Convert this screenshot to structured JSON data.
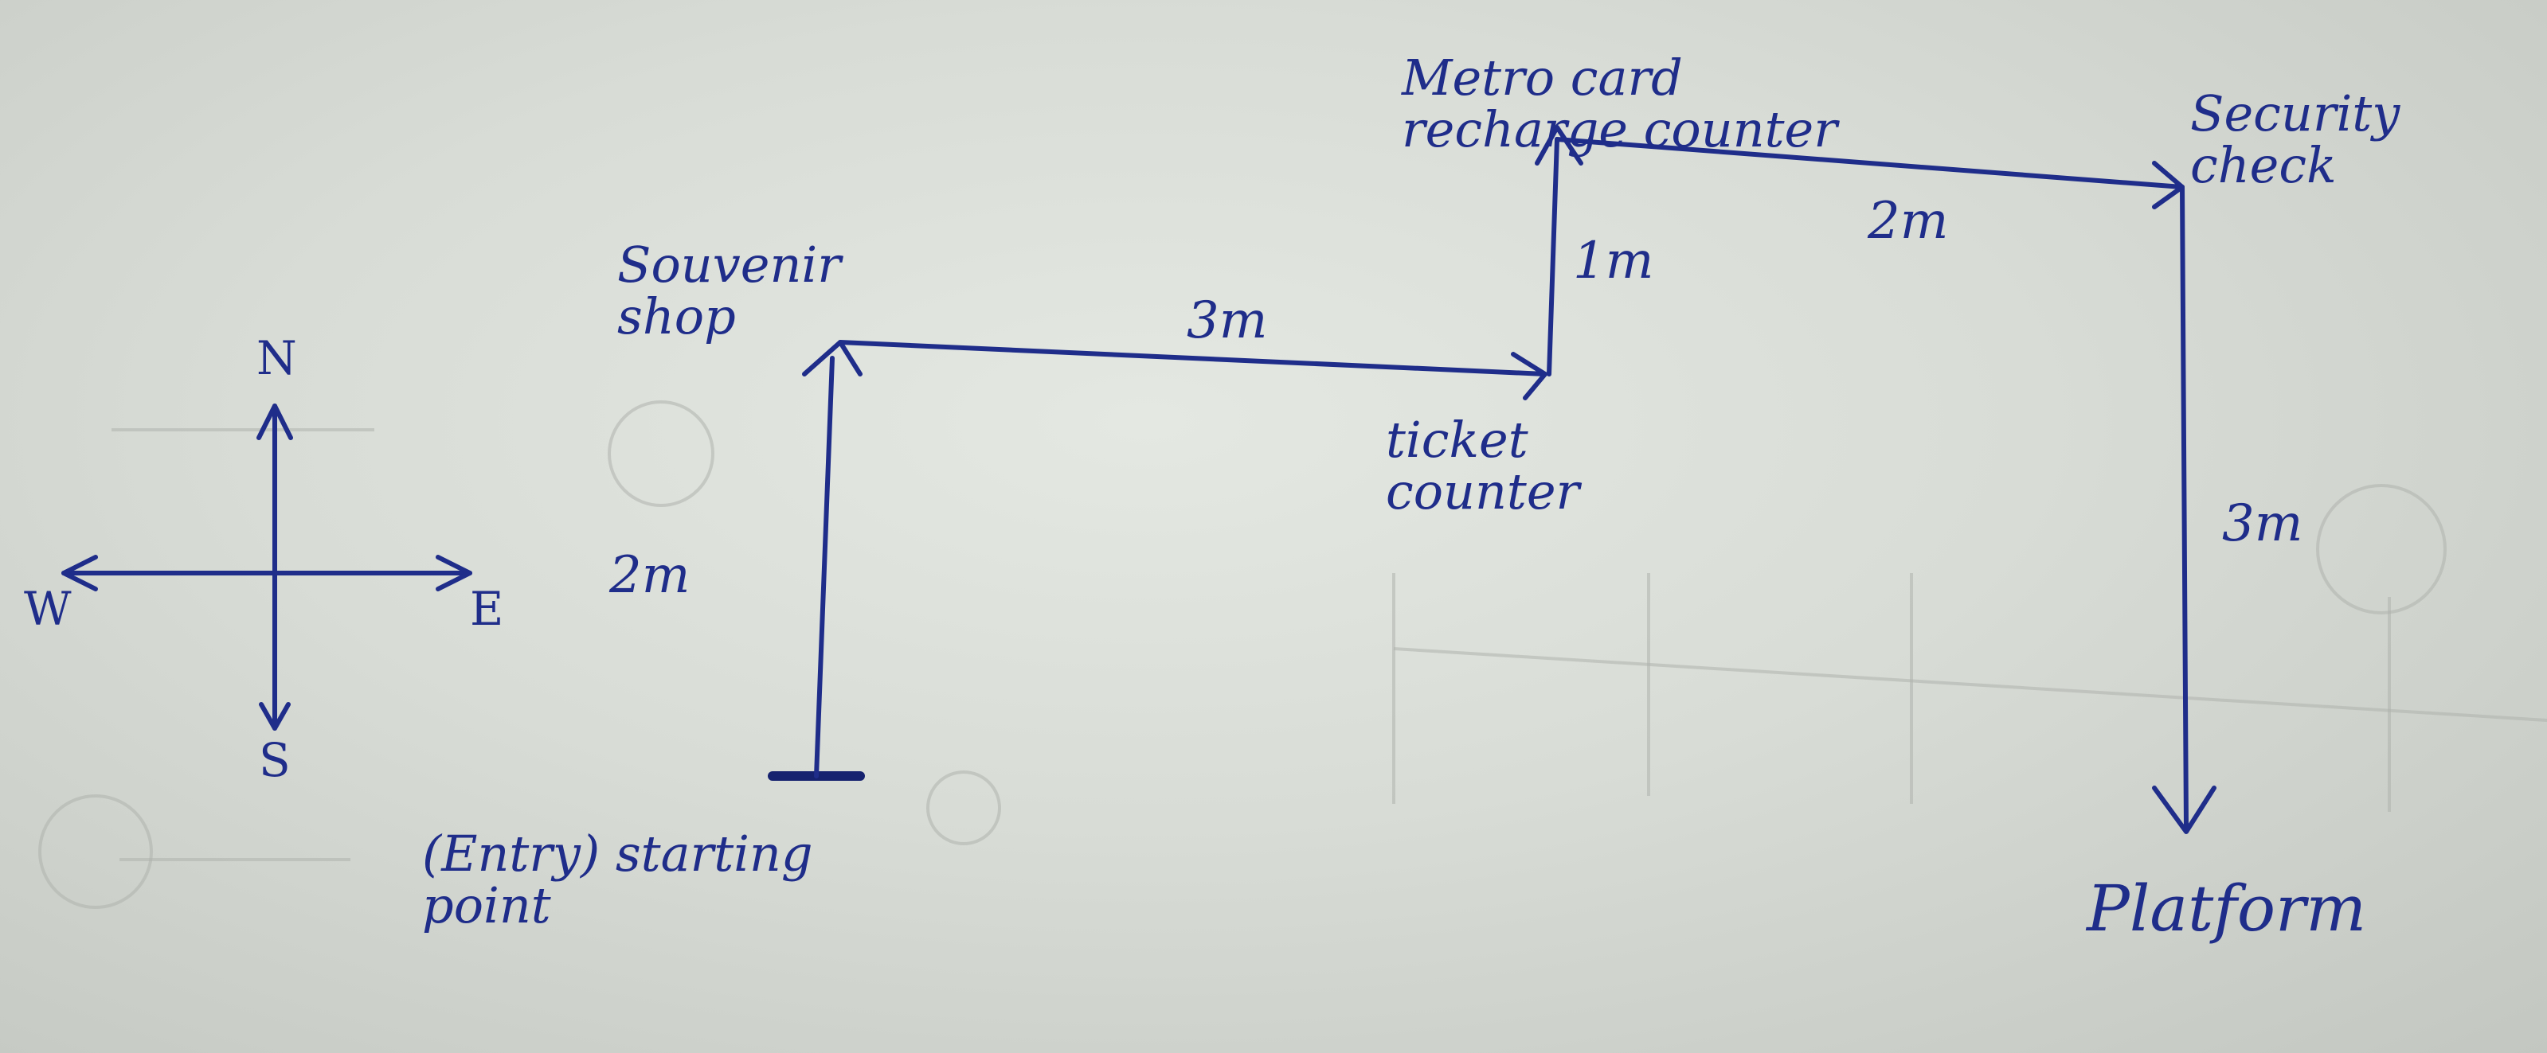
{
  "labels": {
    "souvenir_shop": "Souvenir\nshop",
    "metro_card_counter": "Metro card\nrecharge counter",
    "security_check": "Security\ncheck",
    "ticket_counter": "ticket\ncounter",
    "starting_point": "(Entry) starting\npoint",
    "platform": "Platform"
  },
  "distances": {
    "start_to_souvenir": "2m",
    "souvenir_to_ticket": "3m",
    "ticket_to_metro": "1m",
    "metro_to_security": "2m",
    "security_to_platform": "3m"
  },
  "compass": {
    "north": "N",
    "south": "S",
    "east": "E",
    "west": "W"
  },
  "colors": {
    "ink": "#1f2d8a",
    "paper": "#dde1db"
  }
}
